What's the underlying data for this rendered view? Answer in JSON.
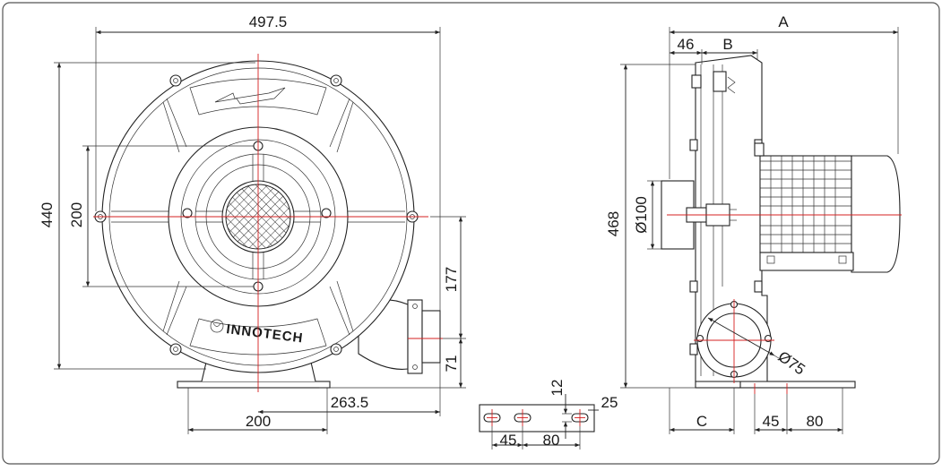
{
  "drawing": {
    "front_view": {
      "width_label": "497.5",
      "height_label": "440",
      "inner_height_label": "200",
      "outlet_height_label": "177",
      "outlet_offset_label": "71",
      "base_width_label": "200",
      "outlet_reach_label": "263.5",
      "brand": "INNOTECH"
    },
    "side_view": {
      "overall_label": "A",
      "inlet_depth_label": "46",
      "body_label": "B",
      "height_label": "468",
      "inlet_diameter_label": "Ø100",
      "outlet_diameter_label": "Ø75",
      "base_c_label": "C",
      "hole_spacing_a_label": "45",
      "hole_spacing_b_label": "80"
    },
    "foot_detail": {
      "slot_width_label": "12",
      "edge_label": "25",
      "spacing_a_label": "45",
      "spacing_b_label": "80"
    }
  }
}
